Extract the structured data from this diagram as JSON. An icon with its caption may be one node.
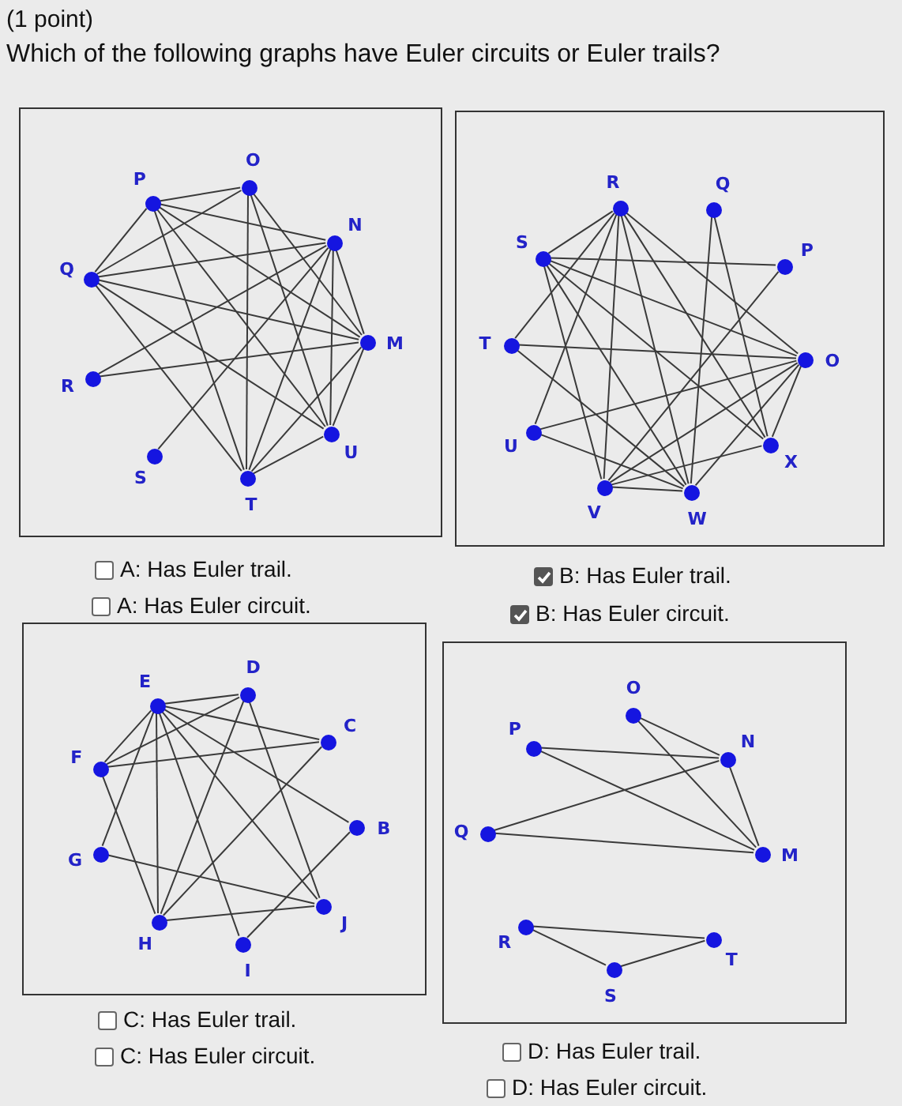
{
  "diagram": {
    "title": "Which of the following graphs have Euler circuits or Euler trails?",
    "nodes": [
      {
        "text": [],
        "shape": "box"
      },
      {
        "text": [
          "O"
        ],
        "in": 0
      },
      {
        "text": [
          "P"
        ],
        "in": 0
      },
      {
        "text": [
          "N"
        ],
        "in": 0
      },
      {
        "text": [
          "Q"
        ],
        "in": 0
      },
      {
        "text": [
          "M"
        ],
        "in": 0
      },
      {
        "text": [
          "R"
        ],
        "in": 0
      },
      {
        "text": [
          "U"
        ],
        "in": 0
      },
      {
        "text": [
          "S"
        ],
        "in": 0
      },
      {
        "text": [
          "T"
        ],
        "in": 0
      },
      {
        "text": [],
        "shape": "box"
      },
      {
        "text": [
          "R"
        ],
        "in": 10
      },
      {
        "text": [
          "Q"
        ],
        "in": 10
      },
      {
        "text": [
          "S"
        ],
        "in": 10
      },
      {
        "text": [
          "P"
        ],
        "in": 10
      },
      {
        "text": [
          "T"
        ],
        "in": 10
      },
      {
        "text": [
          "O"
        ],
        "in": 10
      },
      {
        "text": [
          "U"
        ],
        "in": 10
      },
      {
        "text": [
          "X"
        ],
        "in": 10
      },
      {
        "text": [
          "V"
        ],
        "in": 10
      },
      {
        "text": [
          "W"
        ],
        "in": 10
      },
      {
        "text": [],
        "shape": "box"
      },
      {
        "text": [
          "D"
        ],
        "in": 21
      },
      {
        "text": [
          "E"
        ],
        "in": 21
      },
      {
        "text": [
          "C"
        ],
        "in": 21
      },
      {
        "text": [
          "F"
        ],
        "in": 21
      },
      {
        "text": [
          "B"
        ],
        "in": 21
      },
      {
        "text": [
          "G"
        ],
        "in": 21
      },
      {
        "text": [
          "J"
        ],
        "in": 21
      },
      {
        "text": [
          "H"
        ],
        "in": 21
      },
      {
        "text": [
          "I"
        ],
        "in": 21
      },
      {
        "text": [],
        "shape": "box"
      },
      {
        "text": [
          "O"
        ],
        "in": 31
      },
      {
        "text": [
          "P"
        ],
        "in": 31
      },
      {
        "text": [
          "N"
        ],
        "in": 31
      },
      {
        "text": [
          "Q"
        ],
        "in": 31
      },
      {
        "text": [
          "M"
        ],
        "in": 31
      },
      {
        "text": [
          "R"
        ],
        "in": 31
      },
      {
        "text": [
          "T"
        ],
        "in": 31
      },
      {
        "text": [
          "S"
        ],
        "in": 31
      }
    ],
    "edges": [
      {
        "from": 2,
        "to": 1,
        "arrow": "none"
      },
      {
        "from": 2,
        "to": 3,
        "arrow": "none"
      },
      {
        "from": 2,
        "to": 5,
        "arrow": "none"
      },
      {
        "from": 2,
        "to": 7,
        "arrow": "none"
      },
      {
        "from": 2,
        "to": 9,
        "arrow": "none"
      },
      {
        "from": 2,
        "to": 4,
        "arrow": "none"
      },
      {
        "from": 1,
        "to": 4,
        "arrow": "none"
      },
      {
        "from": 1,
        "to": 9,
        "arrow": "none"
      },
      {
        "from": 1,
        "to": 7,
        "arrow": "none"
      },
      {
        "from": 1,
        "to": 5,
        "arrow": "none"
      },
      {
        "from": 3,
        "to": 4,
        "arrow": "none"
      },
      {
        "from": 3,
        "to": 6,
        "arrow": "none"
      },
      {
        "from": 3,
        "to": 5,
        "arrow": "none"
      },
      {
        "from": 3,
        "to": 7,
        "arrow": "none"
      },
      {
        "from": 3,
        "to": 9,
        "arrow": "none"
      },
      {
        "from": 4,
        "to": 5,
        "arrow": "none"
      },
      {
        "from": 4,
        "to": 7,
        "arrow": "none"
      },
      {
        "from": 4,
        "to": 9,
        "arrow": "none"
      },
      {
        "from": 6,
        "to": 5,
        "arrow": "none"
      },
      {
        "from": 8,
        "to": 3,
        "arrow": "none"
      },
      {
        "from": 5,
        "to": 9,
        "arrow": "none"
      },
      {
        "from": 5,
        "to": 7,
        "arrow": "none"
      },
      {
        "from": 7,
        "to": 9,
        "arrow": "none"
      },
      {
        "from": 11,
        "to": 13,
        "arrow": "none"
      },
      {
        "from": 11,
        "to": 15,
        "arrow": "none"
      },
      {
        "from": 11,
        "to": 17,
        "arrow": "none"
      },
      {
        "from": 11,
        "to": 19,
        "arrow": "none"
      },
      {
        "from": 11,
        "to": 20,
        "arrow": "none"
      },
      {
        "from": 11,
        "to": 16,
        "arrow": "none"
      },
      {
        "from": 11,
        "to": 18,
        "arrow": "none"
      },
      {
        "from": 13,
        "to": 14,
        "arrow": "none"
      },
      {
        "from": 13,
        "to": 16,
        "arrow": "none"
      },
      {
        "from": 13,
        "to": 19,
        "arrow": "none"
      },
      {
        "from": 13,
        "to": 20,
        "arrow": "none"
      },
      {
        "from": 13,
        "to": 18,
        "arrow": "none"
      },
      {
        "from": 15,
        "to": 16,
        "arrow": "none"
      },
      {
        "from": 15,
        "to": 20,
        "arrow": "none"
      },
      {
        "from": 12,
        "to": 18,
        "arrow": "none"
      },
      {
        "from": 12,
        "to": 20,
        "arrow": "none"
      },
      {
        "from": 14,
        "to": 19,
        "arrow": "none"
      },
      {
        "from": 16,
        "to": 17,
        "arrow": "none"
      },
      {
        "from": 16,
        "to": 19,
        "arrow": "none"
      },
      {
        "from": 16,
        "to": 20,
        "arrow": "none"
      },
      {
        "from": 16,
        "to": 18,
        "arrow": "none"
      },
      {
        "from": 17,
        "to": 20,
        "arrow": "none"
      },
      {
        "from": 19,
        "to": 18,
        "arrow": "none"
      },
      {
        "from": 19,
        "to": 20,
        "arrow": "none"
      },
      {
        "from": 23,
        "to": 22,
        "arrow": "none"
      },
      {
        "from": 23,
        "to": 24,
        "arrow": "none"
      },
      {
        "from": 23,
        "to": 25,
        "arrow": "none"
      },
      {
        "from": 23,
        "to": 27,
        "arrow": "none"
      },
      {
        "from": 23,
        "to": 29,
        "arrow": "none"
      },
      {
        "from": 23,
        "to": 30,
        "arrow": "none"
      },
      {
        "from": 23,
        "to": 28,
        "arrow": "none"
      },
      {
        "from": 23,
        "to": 26,
        "arrow": "none"
      },
      {
        "from": 22,
        "to": 25,
        "arrow": "none"
      },
      {
        "from": 22,
        "to": 29,
        "arrow": "none"
      },
      {
        "from": 22,
        "to": 28,
        "arrow": "none"
      },
      {
        "from": 25,
        "to": 24,
        "arrow": "none"
      },
      {
        "from": 25,
        "to": 29,
        "arrow": "none"
      },
      {
        "from": 24,
        "to": 29,
        "arrow": "none"
      },
      {
        "from": 27,
        "to": 28,
        "arrow": "none"
      },
      {
        "from": 29,
        "to": 28,
        "arrow": "none"
      },
      {
        "from": 30,
        "to": 26,
        "arrow": "none"
      },
      {
        "from": 32,
        "to": 34,
        "arrow": "none"
      },
      {
        "from": 32,
        "to": 36,
        "arrow": "none"
      },
      {
        "from": 33,
        "to": 34,
        "arrow": "none"
      },
      {
        "from": 33,
        "to": 36,
        "arrow": "none"
      },
      {
        "from": 34,
        "to": 35,
        "arrow": "none"
      },
      {
        "from": 34,
        "to": 36,
        "arrow": "none"
      },
      {
        "from": 35,
        "to": 36,
        "arrow": "none"
      },
      {
        "from": 37,
        "to": 38,
        "arrow": "none"
      },
      {
        "from": 37,
        "to": 39,
        "arrow": "none"
      },
      {
        "from": 39,
        "to": 38,
        "arrow": "none"
      }
    ],
    "labels": [
      "(1 point)",
      "A: Has Euler trail.",
      "A: Has Euler circuit.",
      "B: Has Euler trail.",
      "B: Has Euler circuit.",
      "C: Has Euler trail.",
      "C: Has Euler circuit.",
      "D: Has Euler trail.",
      "D: Has Euler circuit."
    ]
  }
}
